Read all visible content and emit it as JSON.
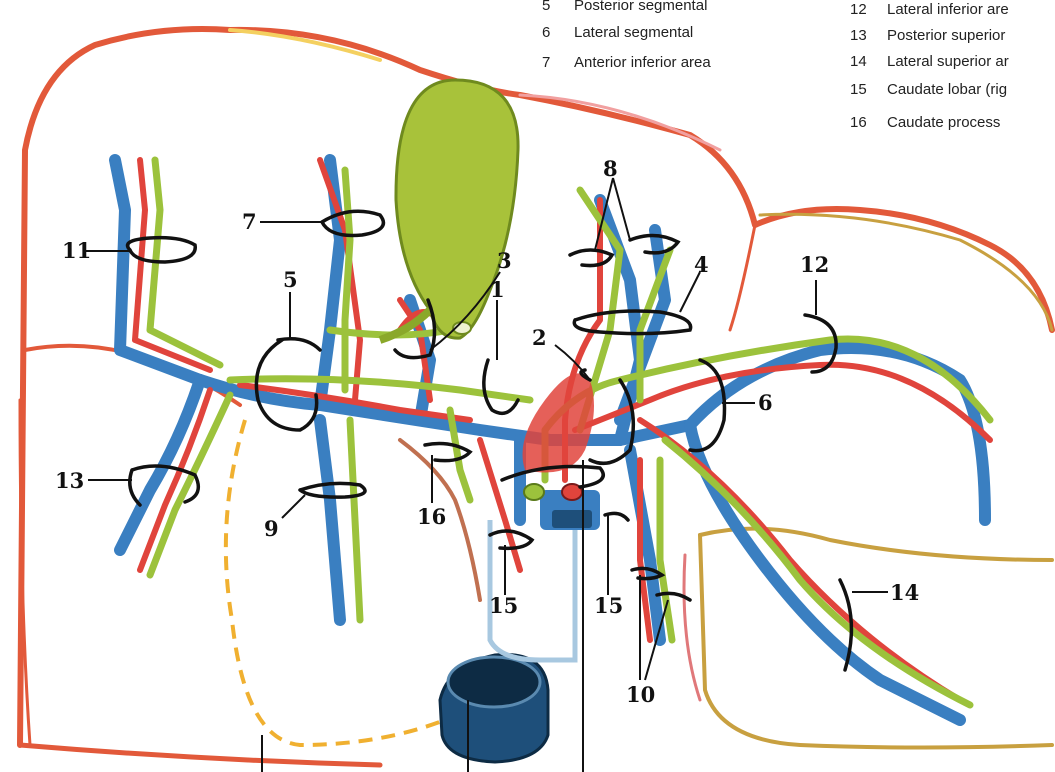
{
  "legend": {
    "left": [
      {
        "num": "5",
        "text": "Posterior segmental"
      },
      {
        "num": "6",
        "text": "Lateral segmental"
      },
      {
        "num": "7",
        "text": "Anterior inferior area"
      }
    ],
    "right": [
      {
        "num": "12",
        "text": "Lateral inferior are"
      },
      {
        "num": "13",
        "text": "Posterior superior"
      },
      {
        "num": "14",
        "text": "Lateral superior ar"
      },
      {
        "num": "15",
        "text": "Caudate lobar (rig"
      },
      {
        "num": "16",
        "text": "Caudate process"
      }
    ]
  },
  "callouts": {
    "c1": "1",
    "c2": "2",
    "c3": "3",
    "c4": "4",
    "c5": "5",
    "c6": "6",
    "c7": "7",
    "c8": "8",
    "c9": "9",
    "c10": "10",
    "c11": "11",
    "c12": "12",
    "c13": "13",
    "c14": "14",
    "c15a": "15",
    "c15b": "15",
    "c16": "16"
  },
  "colors": {
    "portal_vein": "#3a7fc1",
    "hepatic_artery": "#e0443c",
    "bile_duct": "#9cc23c",
    "gallbladder": "#a8c23a",
    "liver_outline": "#e2593a",
    "segment_boundary": "#c8a040",
    "caudate_dashed": "#f0b030",
    "ivc": "#1e4f7a"
  }
}
